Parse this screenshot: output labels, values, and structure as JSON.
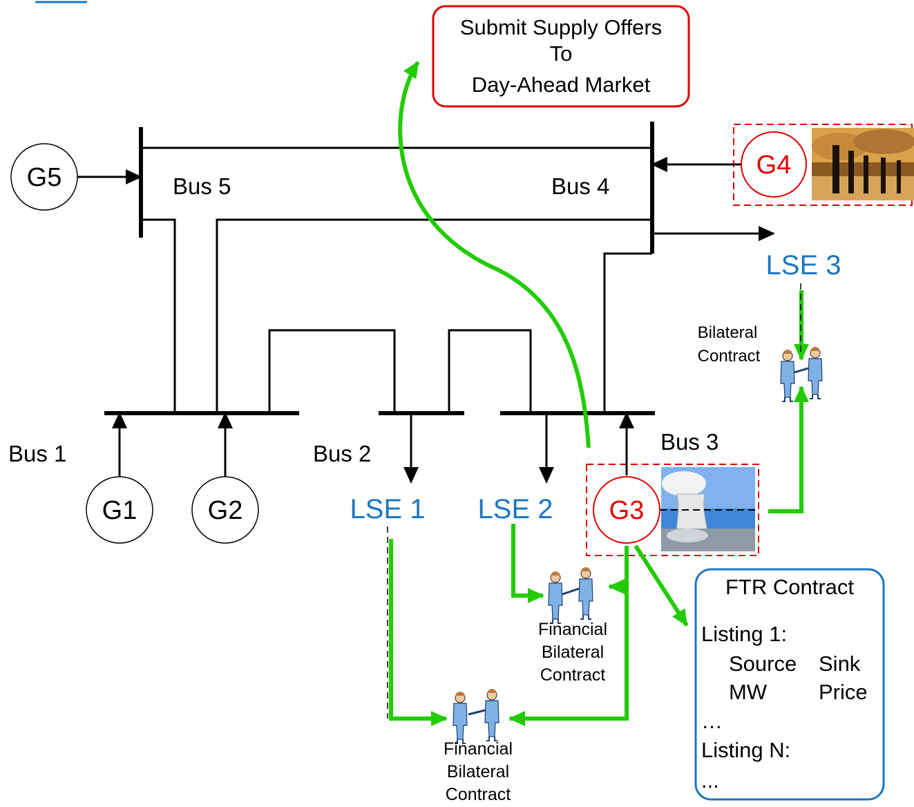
{
  "offer_box": {
    "line1": "Submit Supply Offers",
    "line2": "To",
    "line3": "Day-Ahead Market"
  },
  "buses": {
    "bus1": "Bus 1",
    "bus2": "Bus 2",
    "bus3": "Bus 3",
    "bus4": "Bus 4",
    "bus5": "Bus 5"
  },
  "generators": {
    "g1": "G1",
    "g2": "G2",
    "g3": "G3",
    "g4": "G4",
    "g5": "G5"
  },
  "loads": {
    "lse1": "LSE 1",
    "lse2": "LSE 2",
    "lse3": "LSE 3"
  },
  "contracts": {
    "bilateral_line1": "Bilateral",
    "bilateral_line2": "Contract",
    "fin1_line1": "Financial",
    "fin1_line2": "Bilateral",
    "fin1_line3": "Contract",
    "fin2_line1": "Financial",
    "fin2_line2": "Bilateral",
    "fin2_line3": "Contract"
  },
  "ftr_box": {
    "title": "FTR Contract",
    "listing1": "Listing 1:",
    "source": "Source",
    "sink": "Sink",
    "mw": "MW",
    "price": "Price",
    "ellipsis": "…",
    "listingN": "Listing N:",
    "trailing": "..."
  },
  "colors": {
    "green_flow": "#22cc00",
    "lse_blue": "#1b76c2",
    "highlight_red": "#e00000",
    "ftr_border": "#1b76c2"
  }
}
